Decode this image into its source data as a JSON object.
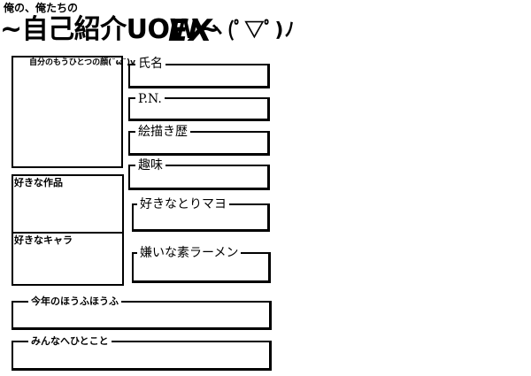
{
  "header": {
    "subtitle": "俺の、俺たちの",
    "title": "~自己紹介UOW~",
    "title_ex": "EX",
    "title_face": "ヽ(ﾟ▽ﾟ)ﾉ"
  },
  "photo": {
    "label": "自分のもうひとつの顔(˘ω˘)v"
  },
  "fields": {
    "name": "氏名",
    "pen_name": "P.N.",
    "drawing_history": "絵描き歴",
    "hobby": "趣味",
    "favorite_mayo": "好きなとりマヨ",
    "disliked_ramen": "嫌いな素ラーメン"
  },
  "left_boxes": {
    "favorite_works": "好きな作品",
    "favorite_chara": "好きなキャラ"
  },
  "bottom_boxes": {
    "resolution": "今年のほうふほうふ",
    "message": "みんなへひとこと"
  }
}
